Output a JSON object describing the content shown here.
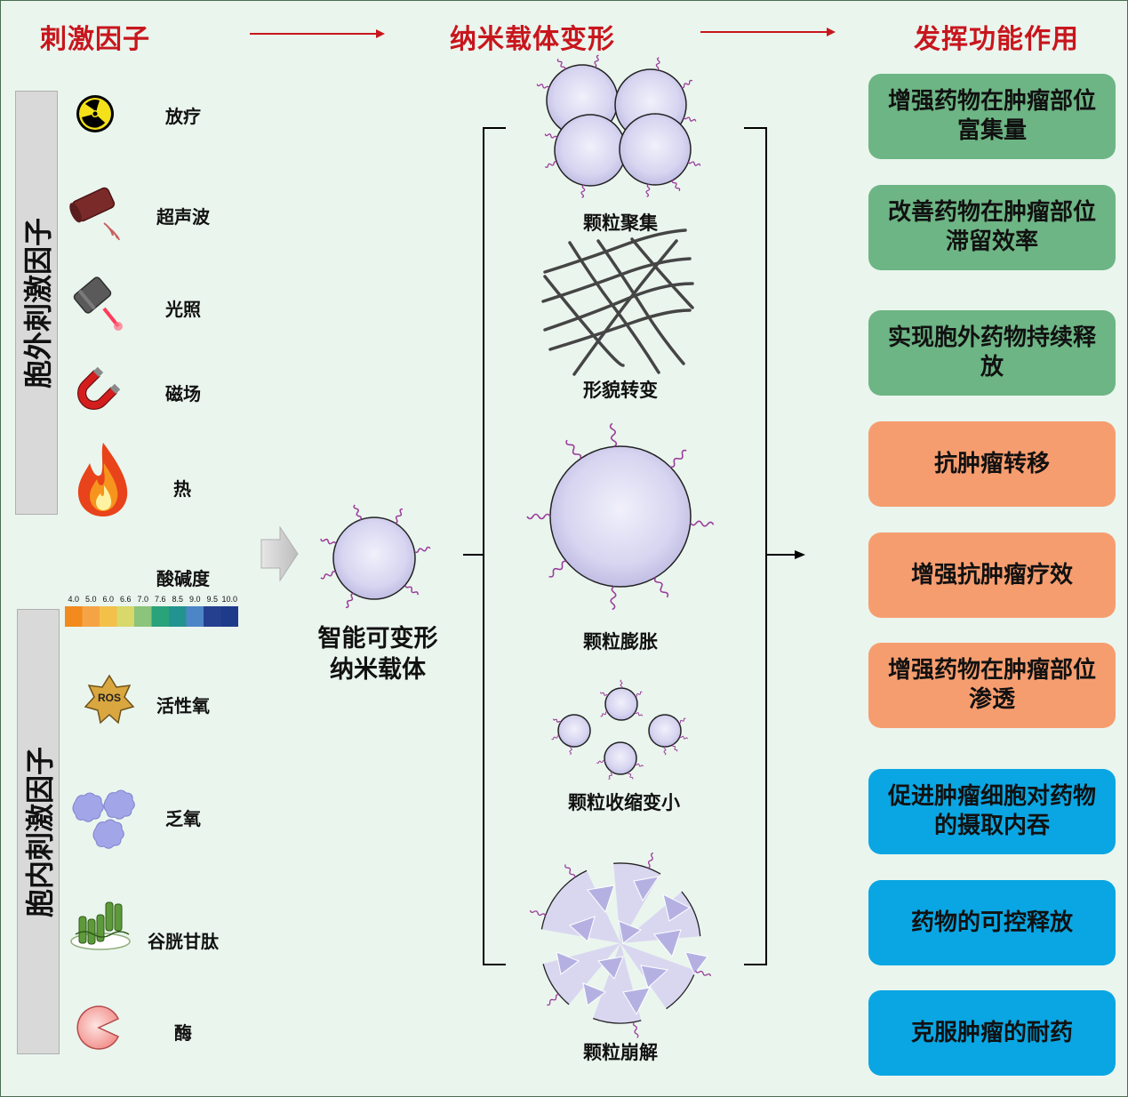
{
  "headers": {
    "stimuli": "刺激因子",
    "deformation": "纳米载体变形",
    "function": "发挥功能作用"
  },
  "sidebars": {
    "extracellular": "胞外刺激因子",
    "intracellular": "胞内刺激因子"
  },
  "extracellular_stimuli": [
    {
      "label": "放疗",
      "icon": "radiation-icon"
    },
    {
      "label": "超声波",
      "icon": "ultrasound-icon"
    },
    {
      "label": "光照",
      "icon": "laser-icon"
    },
    {
      "label": "磁场",
      "icon": "magnet-icon"
    },
    {
      "label": "热",
      "icon": "flame-icon"
    }
  ],
  "intracellular_stimuli": [
    {
      "label": "酸碱度",
      "icon": "ph-scale-icon"
    },
    {
      "label": "活性氧",
      "icon": "ros-icon"
    },
    {
      "label": "乏氧",
      "icon": "hypoxia-icon"
    },
    {
      "label": "谷胱甘肽",
      "icon": "glutathione-icon"
    },
    {
      "label": "酶",
      "icon": "enzyme-icon"
    }
  ],
  "ph_scale": {
    "values": [
      "4.0",
      "5.0",
      "6.0",
      "6.6",
      "7.0",
      "7.6",
      "8.5",
      "9.0",
      "9.5",
      "10.0"
    ],
    "colors": [
      "#f28a1e",
      "#f5a445",
      "#f3c14a",
      "#d9d86a",
      "#8bc47a",
      "#2aa37a",
      "#23938f",
      "#4d86c6",
      "#25408f",
      "#1e3b8a"
    ]
  },
  "ros_text": "ROS",
  "carrier": {
    "line1": "智能可变形",
    "line2": "纳米载体"
  },
  "deformations": [
    {
      "label": "颗粒聚集"
    },
    {
      "label": "形貌转变"
    },
    {
      "label": "颗粒膨胀"
    },
    {
      "label": "颗粒收缩变小"
    },
    {
      "label": "颗粒崩解"
    }
  ],
  "functions": [
    {
      "text": "增强药物在肿瘤部位富集量",
      "color": "#6db584"
    },
    {
      "text": "改善药物在肿瘤部位滞留效率",
      "color": "#6db584"
    },
    {
      "text": "实现胞外药物持续释放",
      "color": "#6db584"
    },
    {
      "text": "抗肿瘤转移",
      "color": "#f69d6f"
    },
    {
      "text": "增强抗肿瘤疗效",
      "color": "#f69d6f"
    },
    {
      "text": "增强药物在肿瘤部位渗透",
      "color": "#f69d6f"
    },
    {
      "text": "促进肿瘤细胞对药物的摄取内吞",
      "color": "#0aa6e3"
    },
    {
      "text": "药物的可控释放",
      "color": "#0aa6e3"
    },
    {
      "text": "克服肿瘤的耐药",
      "color": "#0aa6e3"
    }
  ]
}
